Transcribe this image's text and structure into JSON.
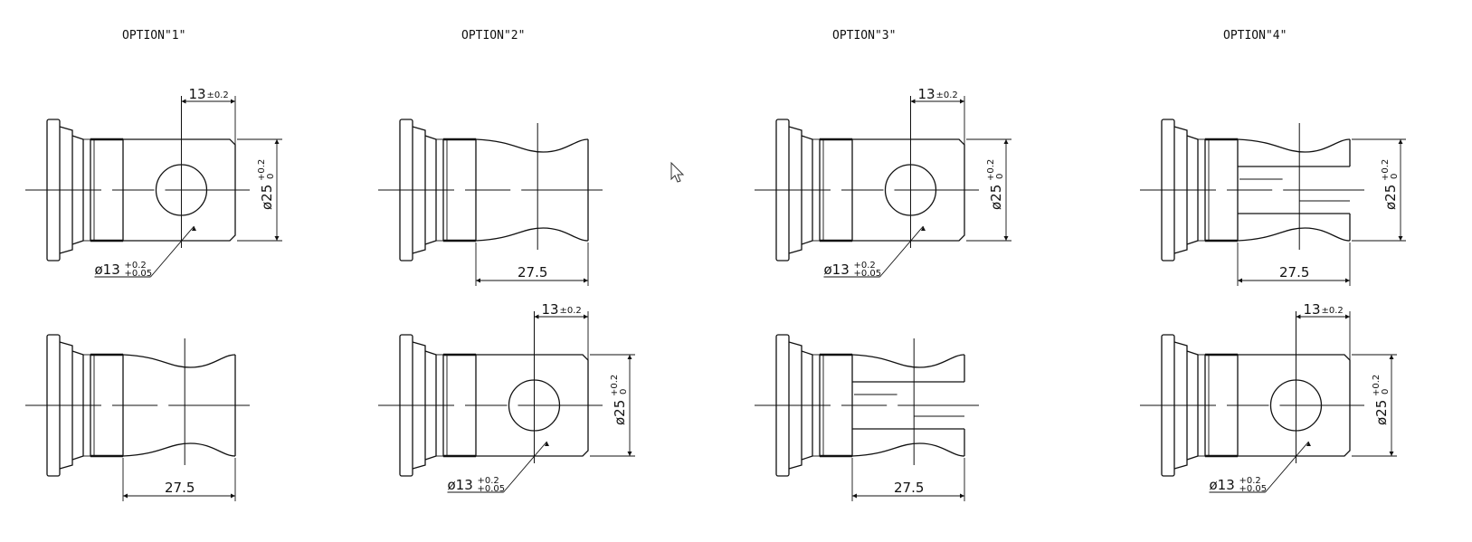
{
  "options": [
    {
      "label": "OPTION\"1\""
    },
    {
      "label": "OPTION\"2\""
    },
    {
      "label": "OPTION\"3\""
    },
    {
      "label": "OPTION\"4\""
    }
  ],
  "dims": {
    "length": "27.5",
    "offset": "13",
    "offset_tol": "±0.2",
    "hole": "ø13",
    "hole_tol_upper": "+0.2",
    "hole_tol_lower": "+0.05",
    "dia": "ø25",
    "dia_tol_upper": "+0.2",
    "dia_tol_lower": "0"
  }
}
